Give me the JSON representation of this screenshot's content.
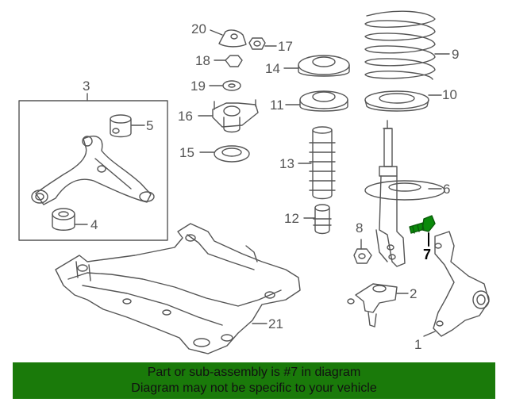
{
  "diagram": {
    "callouts": [
      "1",
      "2",
      "3",
      "4",
      "5",
      "6",
      "7",
      "8",
      "9",
      "10",
      "11",
      "12",
      "13",
      "14",
      "15",
      "16",
      "17",
      "18",
      "19",
      "20",
      "21"
    ],
    "highlighted_part": "7",
    "colors": {
      "line": "#555555",
      "highlight": "#1a7a0a",
      "highlight_part": "#0a8a0a"
    }
  },
  "banner": {
    "line1": "Part or sub-assembly is #7 in diagram",
    "line2": "Diagram may not be specific to your vehicle"
  }
}
